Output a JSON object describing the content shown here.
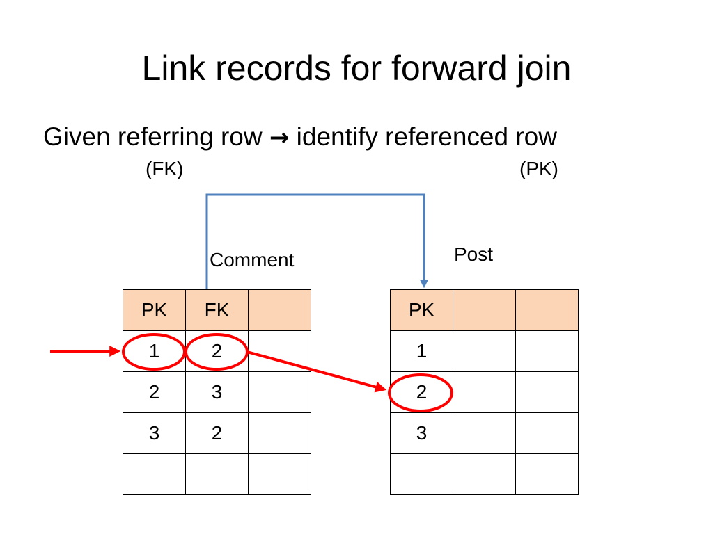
{
  "slide": {
    "title": "Link records for forward join",
    "subtitle": {
      "before": "Given referring row ",
      "arrow": "→",
      "after": " identify referenced row"
    },
    "annotation_fk": "(FK)",
    "annotation_pk": "(PK)"
  },
  "comment_table": {
    "label": "Comment",
    "header": [
      "PK",
      "FK",
      ""
    ],
    "rows": [
      [
        "1",
        "2",
        ""
      ],
      [
        "2",
        "3",
        ""
      ],
      [
        "3",
        "2",
        ""
      ],
      [
        "",
        "",
        ""
      ]
    ]
  },
  "post_table": {
    "label": "Post",
    "header": [
      "PK",
      "",
      ""
    ],
    "rows": [
      [
        "1",
        "",
        ""
      ],
      [
        "2",
        "",
        ""
      ],
      [
        "3",
        "",
        ""
      ],
      [
        "",
        "",
        ""
      ]
    ]
  },
  "colors": {
    "header_fill": "#fbd5b5",
    "link_line": "#4f81bd",
    "highlight": "#ff0000"
  }
}
